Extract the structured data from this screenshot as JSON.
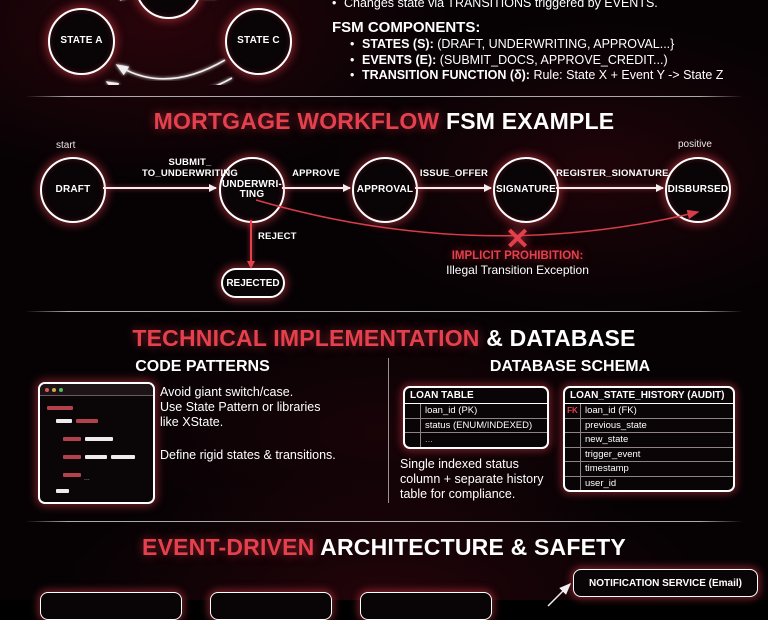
{
  "section_intro": {
    "cut_bullet": "Changes state via TRANSITIONS triggered by EVENTS.",
    "components_header": "FSM COMPONENTS:",
    "bullets": [
      {
        "term": "STATES (S):",
        "rest": " (DRAFT, UNDERWRITING, APPROVAL...}"
      },
      {
        "term": "EVENTS (E):",
        "rest": " (SUBMIT_DOCS, APPROVE_CREDIT...)"
      },
      {
        "term": "TRANSITION FUNCTION (δ):",
        "rest": " Rule: State X + Event Y -> State Z"
      }
    ],
    "diagram_nodes": [
      {
        "label": "STATE A"
      },
      {
        "label": "STATE C"
      }
    ]
  },
  "section_mortgage": {
    "title_red": "MORTGAGE WORKFLOW",
    "title_white": "FSM EXAMPLE",
    "start_label": "start",
    "positive_label": "positive",
    "nodes": [
      {
        "label": "DRAFT"
      },
      {
        "label": "UNDERWRI-\nTING"
      },
      {
        "label": "APPROVAL"
      },
      {
        "label": "SIGNATURE"
      },
      {
        "label": "DISBURSED"
      },
      {
        "label": "REJECTED"
      }
    ],
    "transitions": [
      {
        "label": "SUBMIT_\nTO_UNDERWRITING"
      },
      {
        "label": "APPROVE"
      },
      {
        "label": "ISSUE_OFFER"
      },
      {
        "label": "REGISTER_SIONATURE"
      },
      {
        "label": "REJECT"
      }
    ],
    "prohibition_title": "IMPLICIT PROHIBITION:",
    "prohibition_sub": "Illegal Transition Exception",
    "x_mark": "✕"
  },
  "section_technical": {
    "title_red": "TECHNICAL IMPLEMENTATION",
    "title_white": "& DATABASE",
    "code_header": "CODE PATTERNS",
    "db_header": "DATABASE SCHEMA",
    "code_note_1": "Avoid giant switch/case.\nUse State Pattern or libraries\nlike XState.",
    "code_note_2": "Define rigid states & transitions.",
    "loan_table": {
      "title": "LOAN TABLE",
      "rows": [
        "loan_id (PK)",
        "status (ENUM/INDEXED)",
        "..."
      ]
    },
    "history_table": {
      "title": "LOAN_STATE_HISTORY (AUDIT)",
      "fk_badge": "FK",
      "rows": [
        "loan_id (FK)",
        "previous_state",
        "new_state",
        "trigger_event",
        "timestamp",
        "user_id"
      ]
    },
    "db_note": "Single indexed status\ncolumn + separate history\ntable for compliance."
  },
  "section_event": {
    "title_red": "EVENT-DRIVEN",
    "title_white": "ARCHITECTURE & SAFETY",
    "notification_box": "NOTIFICATION SERVICE (Email)"
  },
  "colors": {
    "accent_red": "#e4404d",
    "background": "#060204",
    "text_white": "#ffffff"
  }
}
